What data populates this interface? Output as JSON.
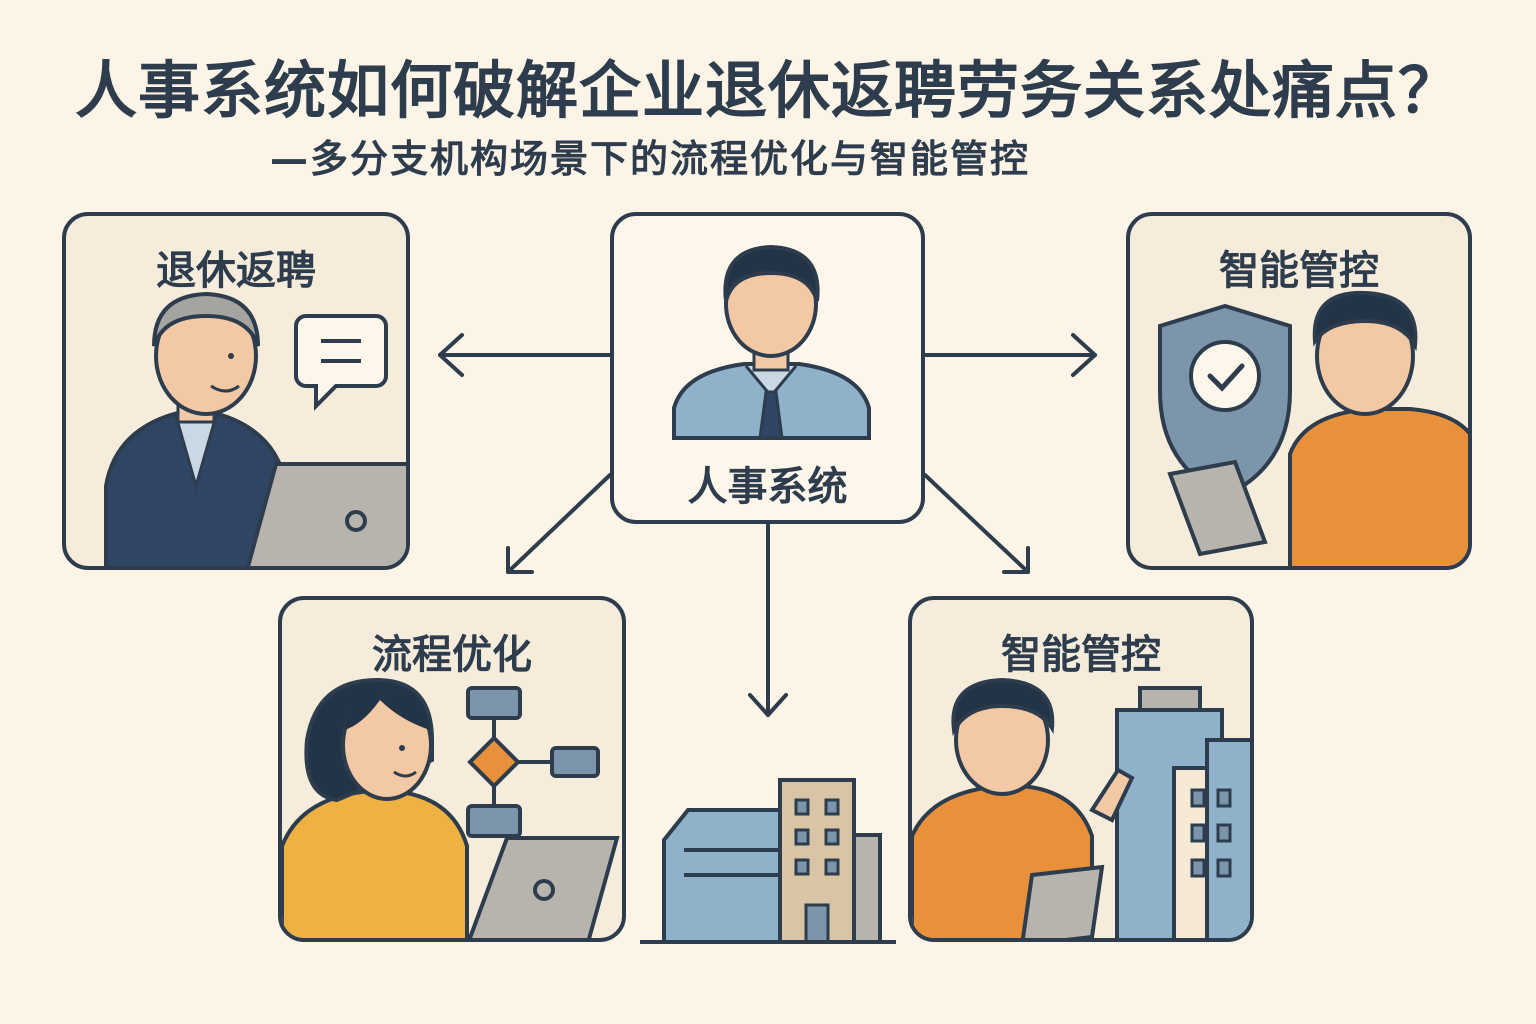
{
  "header": {
    "title": "人事系统如何破解企业退休返聘劳务关系处痛点？",
    "subtitle": "—多分支机构场景下的流程优化与智能管控"
  },
  "panels": {
    "retire_rehire": {
      "label": "退休返聘",
      "icons": [
        "senior-person-icon",
        "chat-bubble-icon",
        "laptop-icon"
      ]
    },
    "hr_system": {
      "label": "人事系统",
      "icons": [
        "person-icon"
      ]
    },
    "smart_control_top": {
      "label": "智能管控",
      "icons": [
        "shield-check-icon",
        "tablet-icon",
        "person-icon"
      ]
    },
    "process_optimization": {
      "label": "流程优化",
      "icons": [
        "woman-icon",
        "flowchart-icon",
        "laptop-icon"
      ]
    },
    "smart_control_bottom": {
      "label": "智能管控",
      "icons": [
        "man-pointing-icon",
        "tablet-icon",
        "buildings-icon"
      ]
    },
    "branches": {
      "icons": [
        "buildings-icon"
      ]
    }
  },
  "colors": {
    "background": "#fcf4e6",
    "ink": "#2d3d4d",
    "panel": "#f5ecdc",
    "navy": "#2f4563",
    "slate": "#7d95aa",
    "orange": "#e8903a",
    "yellow": "#f0b143",
    "tan": "#d9c4a6",
    "gray": "#b7b4ae"
  }
}
